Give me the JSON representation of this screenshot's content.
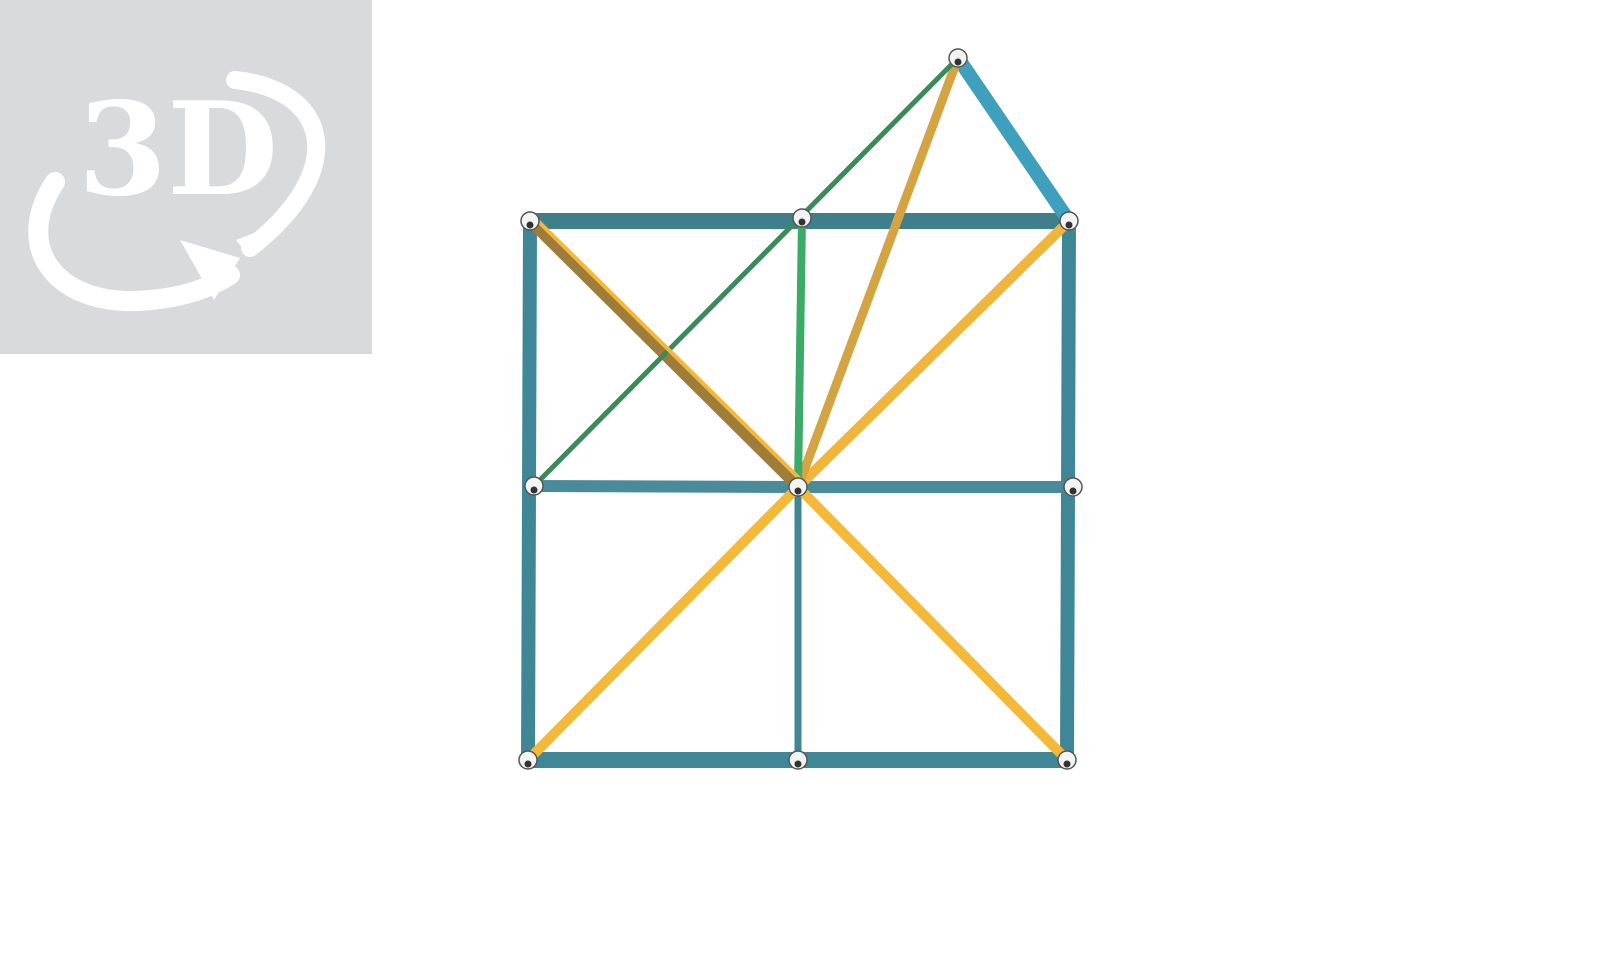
{
  "badge": {
    "label": "3D",
    "icon": "rotate-3d-icon"
  },
  "model": {
    "type": "stick-and-node structure",
    "nodes": [
      {
        "id": "top-apex"
      },
      {
        "id": "top-left"
      },
      {
        "id": "top-mid"
      },
      {
        "id": "top-right"
      },
      {
        "id": "mid-left"
      },
      {
        "id": "center"
      },
      {
        "id": "mid-right"
      },
      {
        "id": "bottom-left"
      },
      {
        "id": "bottom-mid"
      },
      {
        "id": "bottom-right"
      }
    ],
    "rods": [
      {
        "name": "rod-top-left-to-top-right",
        "color": "#3f7f8c"
      },
      {
        "name": "rod-bottom-left-to-bottom-right",
        "color": "#3f8797"
      },
      {
        "name": "rod-top-left-to-bottom-left",
        "color": "#3f8797"
      },
      {
        "name": "rod-top-right-to-bottom-right",
        "color": "#3f8797"
      },
      {
        "name": "rod-mid-left-to-center",
        "color": "#4a8b9b"
      },
      {
        "name": "rod-center-to-mid-right",
        "color": "#4a8b9b"
      },
      {
        "name": "rod-center-to-bottom-mid",
        "color": "#3f8797"
      },
      {
        "name": "rod-top-right-to-apex",
        "color": "#3fa0bd"
      },
      {
        "name": "rod-top-left-to-center",
        "color": "#a07c3a"
      },
      {
        "name": "rod-top-right-to-center",
        "color": "#f2b53c"
      },
      {
        "name": "rod-center-to-bottom-left",
        "color": "#f5b93a"
      },
      {
        "name": "rod-center-to-bottom-right",
        "color": "#f5b93a"
      },
      {
        "name": "rod-apex-to-center",
        "color": "#d4a442"
      },
      {
        "name": "rod-top-mid-to-center",
        "color": "#3dab68"
      },
      {
        "name": "rod-apex-to-mid-left",
        "color": "#3b8a5a"
      }
    ],
    "node_color": "#f4f4f4"
  }
}
